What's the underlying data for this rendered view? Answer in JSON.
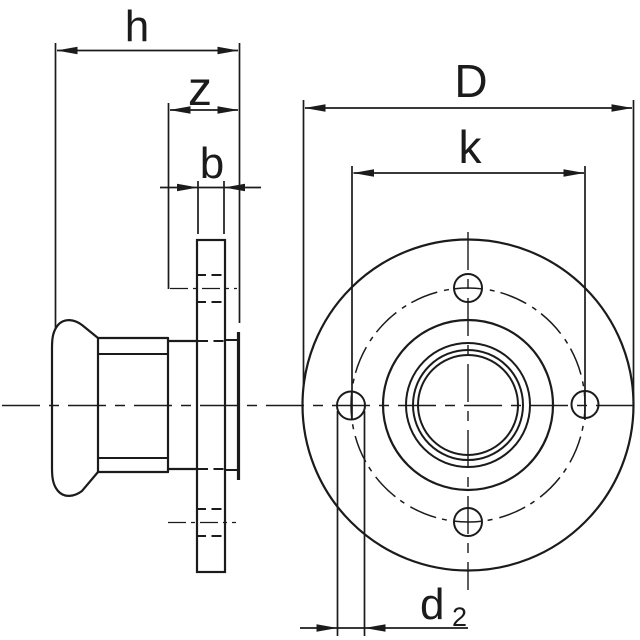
{
  "colors": {
    "line": "#1b1b1b",
    "background": "#ffffff"
  },
  "drawing": {
    "labels": {
      "h": "h",
      "z": "z",
      "b": "b",
      "D": "D",
      "k": "k",
      "d2": "d",
      "d2_sub": "2"
    }
  }
}
